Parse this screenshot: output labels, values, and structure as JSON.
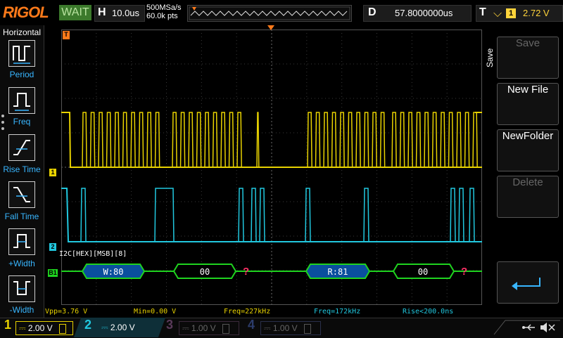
{
  "header": {
    "brand": "RIGOL",
    "run_status": "WAIT",
    "horizontal": {
      "key": "H",
      "timebase": "10.0us"
    },
    "sample_rate": "500MSa/s",
    "memory_depth": "60.0k pts",
    "delay": {
      "key": "D",
      "value": "57.8000000us"
    },
    "trigger": {
      "key": "T",
      "channel": "1",
      "level": "2.72 V"
    }
  },
  "left_menu": {
    "title": "Horizontal",
    "items": [
      {
        "label": "Period"
      },
      {
        "label": "Freq"
      },
      {
        "label": "Rise Time"
      },
      {
        "label": "Fall Time"
      },
      {
        "label": "+Width"
      },
      {
        "label": "-Width"
      }
    ]
  },
  "right_menu": {
    "title": "Save",
    "buttons": [
      {
        "label": "Save",
        "enabled": false
      },
      {
        "label": "New File",
        "enabled": true
      },
      {
        "label": "NewFolder",
        "enabled": true
      },
      {
        "label": "Delete",
        "enabled": false
      }
    ],
    "enter_icon": "enter-return-icon"
  },
  "decode": {
    "label": "I2C[HEX][MSB][8]",
    "frames": [
      {
        "text": "W:80",
        "kind": "address"
      },
      {
        "text": "00",
        "kind": "data"
      },
      {
        "text": "?",
        "kind": "ack-error"
      },
      {
        "text": "R:81",
        "kind": "address"
      },
      {
        "text": "00",
        "kind": "data"
      },
      {
        "text": "?",
        "kind": "ack-error"
      }
    ]
  },
  "measurements": [
    {
      "text": "Vpp=3.76 V"
    },
    {
      "text": "Min=0.00 V"
    },
    {
      "text": "Freq=227kHz"
    },
    {
      "text": "Freq=172kHz"
    },
    {
      "text": "Rise<200.0ns"
    }
  ],
  "channels": [
    {
      "num": "1",
      "scale": "2.00 V",
      "color": "#e8d200",
      "active": true
    },
    {
      "num": "2",
      "scale": "2.00 V",
      "color": "#21c8df",
      "active": true
    },
    {
      "num": "3",
      "scale": "1.00 V",
      "color": "#b04fb0",
      "active": false
    },
    {
      "num": "4",
      "scale": "1.00 V",
      "color": "#3a6ed8",
      "active": false
    }
  ],
  "markers": {
    "ch1": "1",
    "ch2": "2",
    "bus": "B1",
    "trig": "T"
  },
  "colors": {
    "ch1": "#e8d200",
    "ch2": "#21c8df",
    "bus": "#1fd31f",
    "accent": "#ff7a1a",
    "frame_fill": "#0a4f9e"
  }
}
